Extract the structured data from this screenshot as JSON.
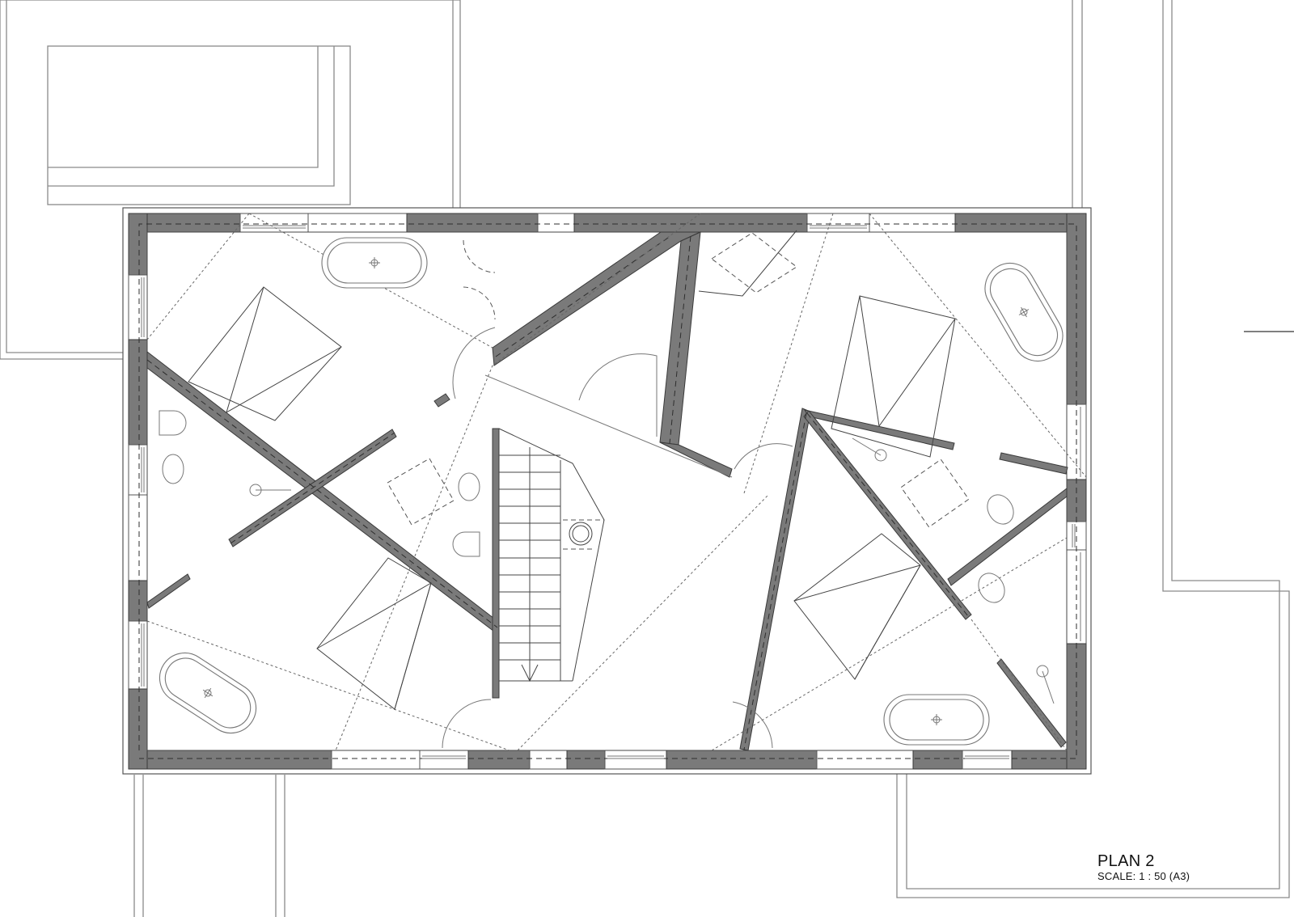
{
  "drawing": {
    "type": "architectural floor plan",
    "title": "PLAN 2",
    "scale_label": "SCALE: 1 : 50 (A3)",
    "colors": {
      "wall_fill": "#7a7a7a",
      "line": "#444444",
      "background": "#ffffff"
    }
  },
  "elements": {
    "rooms_visible": [
      "bedroom-top-left",
      "bedroom-bottom-left",
      "bedroom-top-right",
      "bedroom-bottom-right",
      "stair-hall",
      "bathrooms"
    ],
    "bathtubs": 4,
    "beds": 4,
    "staircase_treads": 13
  }
}
